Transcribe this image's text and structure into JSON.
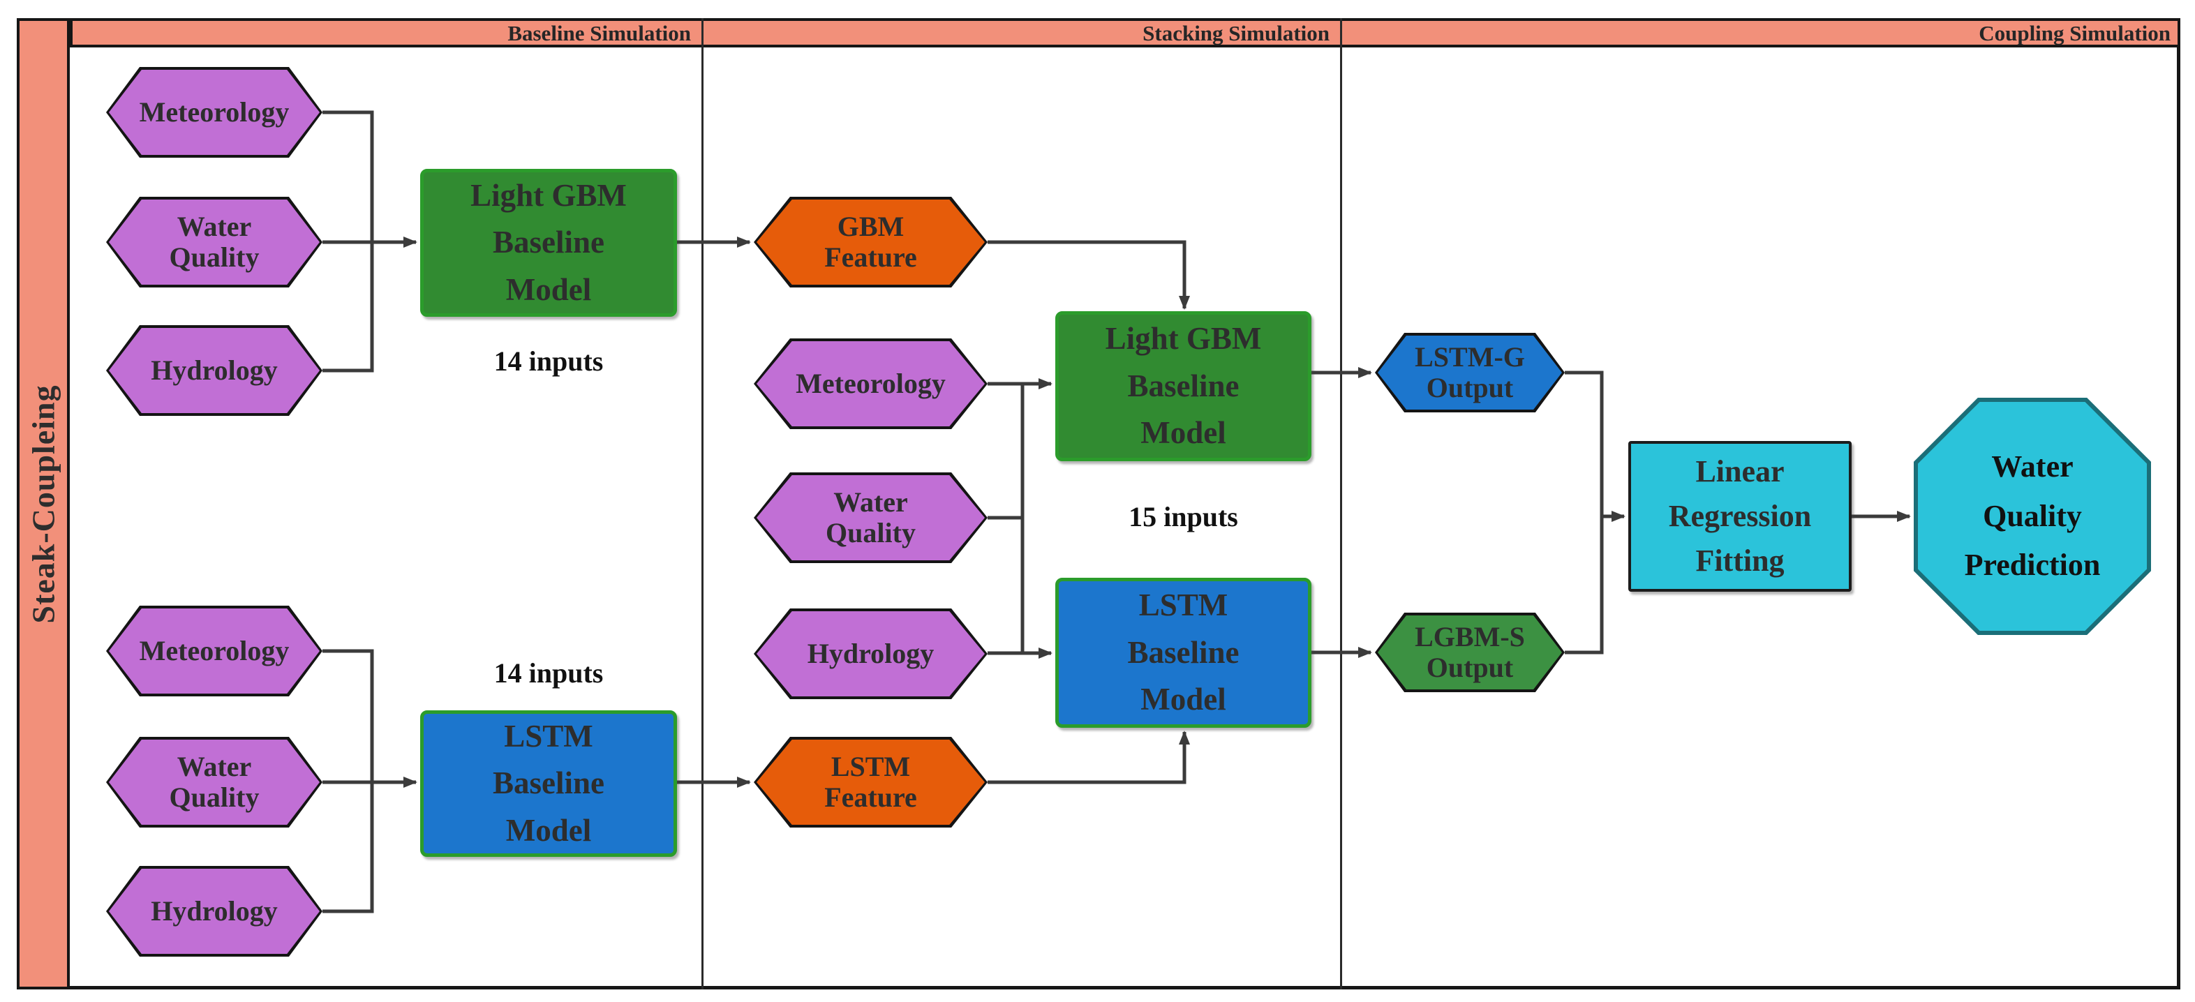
{
  "side_label": "Steak-Coupleing",
  "header": {
    "baseline_title": "Baseline Simulation",
    "stacking_title": "Stacking Simulation",
    "coupling_title": "Coupling Simulation"
  },
  "baseline": {
    "met_top": "Meteorology",
    "wq_top": "Water\nQuality",
    "hyd_top": "Hydrology",
    "gbm_model": "Light GBM\nBaseline\nModel",
    "gbm_inputs": "14 inputs",
    "met_bottom": "Meteorology",
    "wq_bottom": "Water\nQuality",
    "hyd_bottom": "Hydrology",
    "lstm_model": "LSTM\nBaseline\nModel",
    "lstm_inputs": "14 inputs"
  },
  "stacking": {
    "gbm_feature": "GBM\nFeature",
    "met": "Meteorology",
    "wq": "Water\nQuality",
    "hyd": "Hydrology",
    "gbm_model": "Light GBM\nBaseline\nModel",
    "inputs": "15 inputs",
    "lstm_model": "LSTM\nBaseline\nModel",
    "lstm_feature": "LSTM\nFeature"
  },
  "coupling": {
    "lstm_g_output": "LSTM-G\nOutput",
    "lgbm_s_output": "LGBM-S\nOutput",
    "linear_regression": "Linear\nRegression\nFitting",
    "prediction": "Water\nQuality\nPrediction"
  },
  "colors": {
    "frame_salmon": "#f2907a",
    "input_purple": "#c16fd5",
    "model_green": "#318b31",
    "model_blue": "#1c76cd",
    "green_border": "#2b9c2b",
    "feature_orange": "#e65c0a",
    "output_blue": "#1c76cd",
    "output_green": "#3c9142",
    "coupling_cyan": "#2bc3da",
    "octagon_border_teal": "#1b6e78",
    "line_dark": "#3b3b3b",
    "text_dark": "#2d2d2d"
  }
}
